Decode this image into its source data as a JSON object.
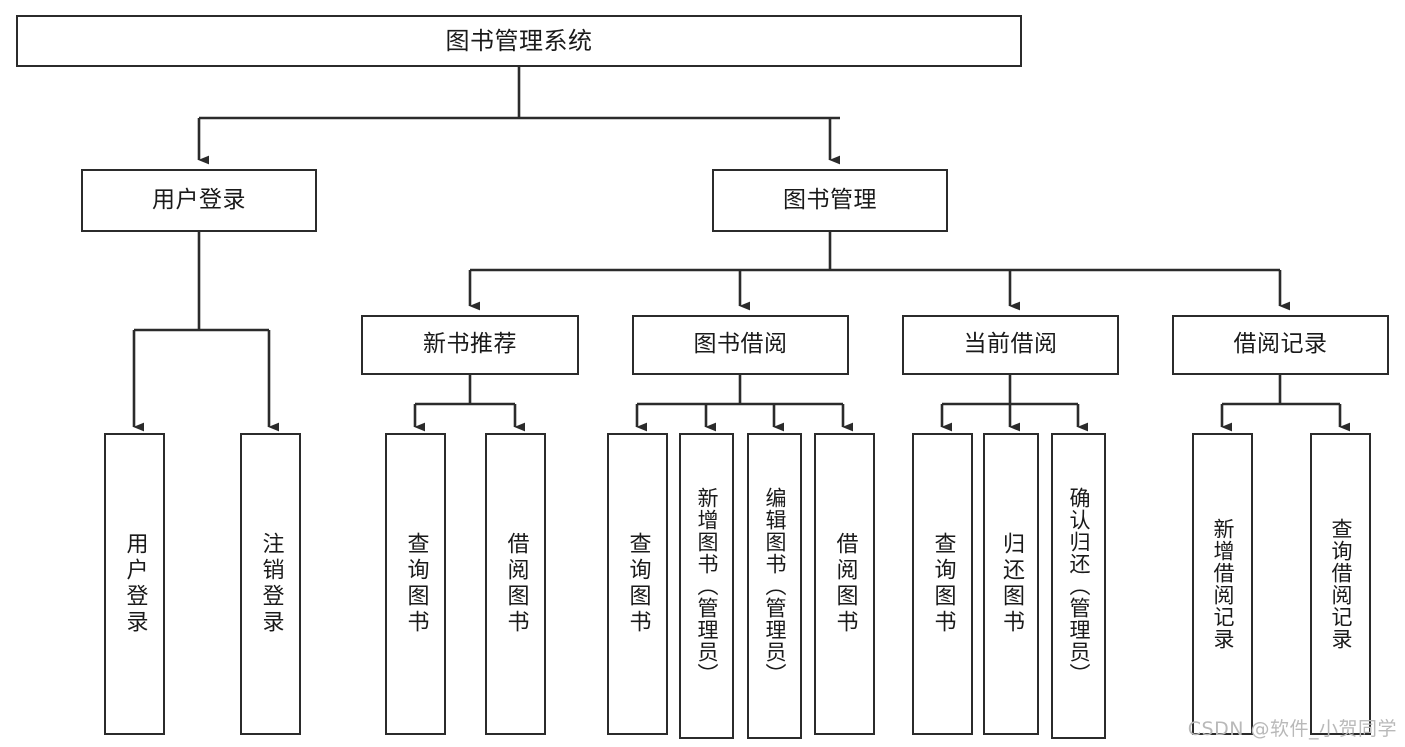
{
  "diagram": {
    "type": "tree",
    "title": "图书管理系统",
    "orientation": "top-down",
    "line_color": "#2b2b2b",
    "box_fill": "#ffffff",
    "text_color": "#1a1a1a"
  },
  "nodes": {
    "root": {
      "label": "图书管理系统",
      "level": 1
    },
    "l2": [
      {
        "id": "user-login",
        "label": "用户登录",
        "level": 2
      },
      {
        "id": "book-manage",
        "label": "图书管理",
        "level": 2
      }
    ],
    "l3": [
      {
        "id": "new-book-recommend",
        "label": "新书推荐",
        "level": 3
      },
      {
        "id": "book-borrow",
        "label": "图书借阅",
        "level": 3
      },
      {
        "id": "current-borrow",
        "label": "当前借阅",
        "level": 3
      },
      {
        "id": "borrow-record",
        "label": "借阅记录",
        "level": 3
      }
    ],
    "leaves": [
      {
        "id": "leaf-user-login",
        "label": "用户登录",
        "parent": "user-login"
      },
      {
        "id": "leaf-user-logout",
        "label": "注销登录",
        "parent": "user-login"
      },
      {
        "id": "leaf-query-book-1",
        "label": "查询图书",
        "parent": "new-book-recommend"
      },
      {
        "id": "leaf-borrow-book-1",
        "label": "借阅图书",
        "parent": "new-book-recommend"
      },
      {
        "id": "leaf-query-book-2",
        "label": "查询图书",
        "parent": "book-borrow"
      },
      {
        "id": "leaf-add-book",
        "label": "新增图书（管理员）",
        "parent": "book-borrow"
      },
      {
        "id": "leaf-edit-book",
        "label": "编辑图书（管理员）",
        "parent": "book-borrow"
      },
      {
        "id": "leaf-borrow-book-2",
        "label": "借阅图书",
        "parent": "book-borrow"
      },
      {
        "id": "leaf-query-book-3",
        "label": "查询图书",
        "parent": "current-borrow"
      },
      {
        "id": "leaf-return-book",
        "label": "归还图书",
        "parent": "current-borrow"
      },
      {
        "id": "leaf-confirm-return",
        "label": "确认归还（管理员）",
        "parent": "current-borrow"
      },
      {
        "id": "leaf-add-record",
        "label": "新增借阅记录",
        "parent": "borrow-record"
      },
      {
        "id": "leaf-query-record",
        "label": "查询借阅记录",
        "parent": "borrow-record"
      }
    ]
  },
  "watermark": {
    "text": "CSDN @软件_小贺同学"
  }
}
